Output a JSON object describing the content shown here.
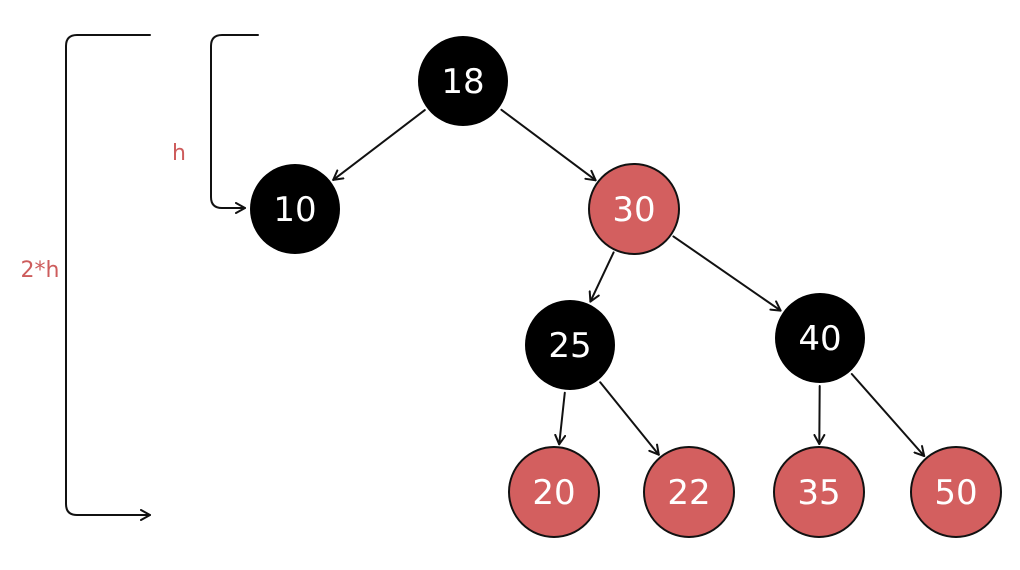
{
  "colors": {
    "black_node": "#000000",
    "red_node": "#d35f5f",
    "node_text": "#ffffff",
    "edge": "#111111",
    "measure_label": "#cd5c5c"
  },
  "tree": {
    "nodes": [
      {
        "id": "n18",
        "label": "18",
        "color": "black"
      },
      {
        "id": "n10",
        "label": "10",
        "color": "black"
      },
      {
        "id": "n30",
        "label": "30",
        "color": "red"
      },
      {
        "id": "n25",
        "label": "25",
        "color": "black"
      },
      {
        "id": "n40",
        "label": "40",
        "color": "black"
      },
      {
        "id": "n20",
        "label": "20",
        "color": "red"
      },
      {
        "id": "n22",
        "label": "22",
        "color": "red"
      },
      {
        "id": "n35",
        "label": "35",
        "color": "red"
      },
      {
        "id": "n50",
        "label": "50",
        "color": "red"
      }
    ],
    "edges": [
      {
        "from": "n18",
        "to": "n10"
      },
      {
        "from": "n18",
        "to": "n30"
      },
      {
        "from": "n30",
        "to": "n25"
      },
      {
        "from": "n30",
        "to": "n40"
      },
      {
        "from": "n25",
        "to": "n20"
      },
      {
        "from": "n25",
        "to": "n22"
      },
      {
        "from": "n40",
        "to": "n35"
      },
      {
        "from": "n40",
        "to": "n50"
      }
    ]
  },
  "measures": {
    "short": {
      "label": "h"
    },
    "long": {
      "label": "2*h"
    }
  }
}
